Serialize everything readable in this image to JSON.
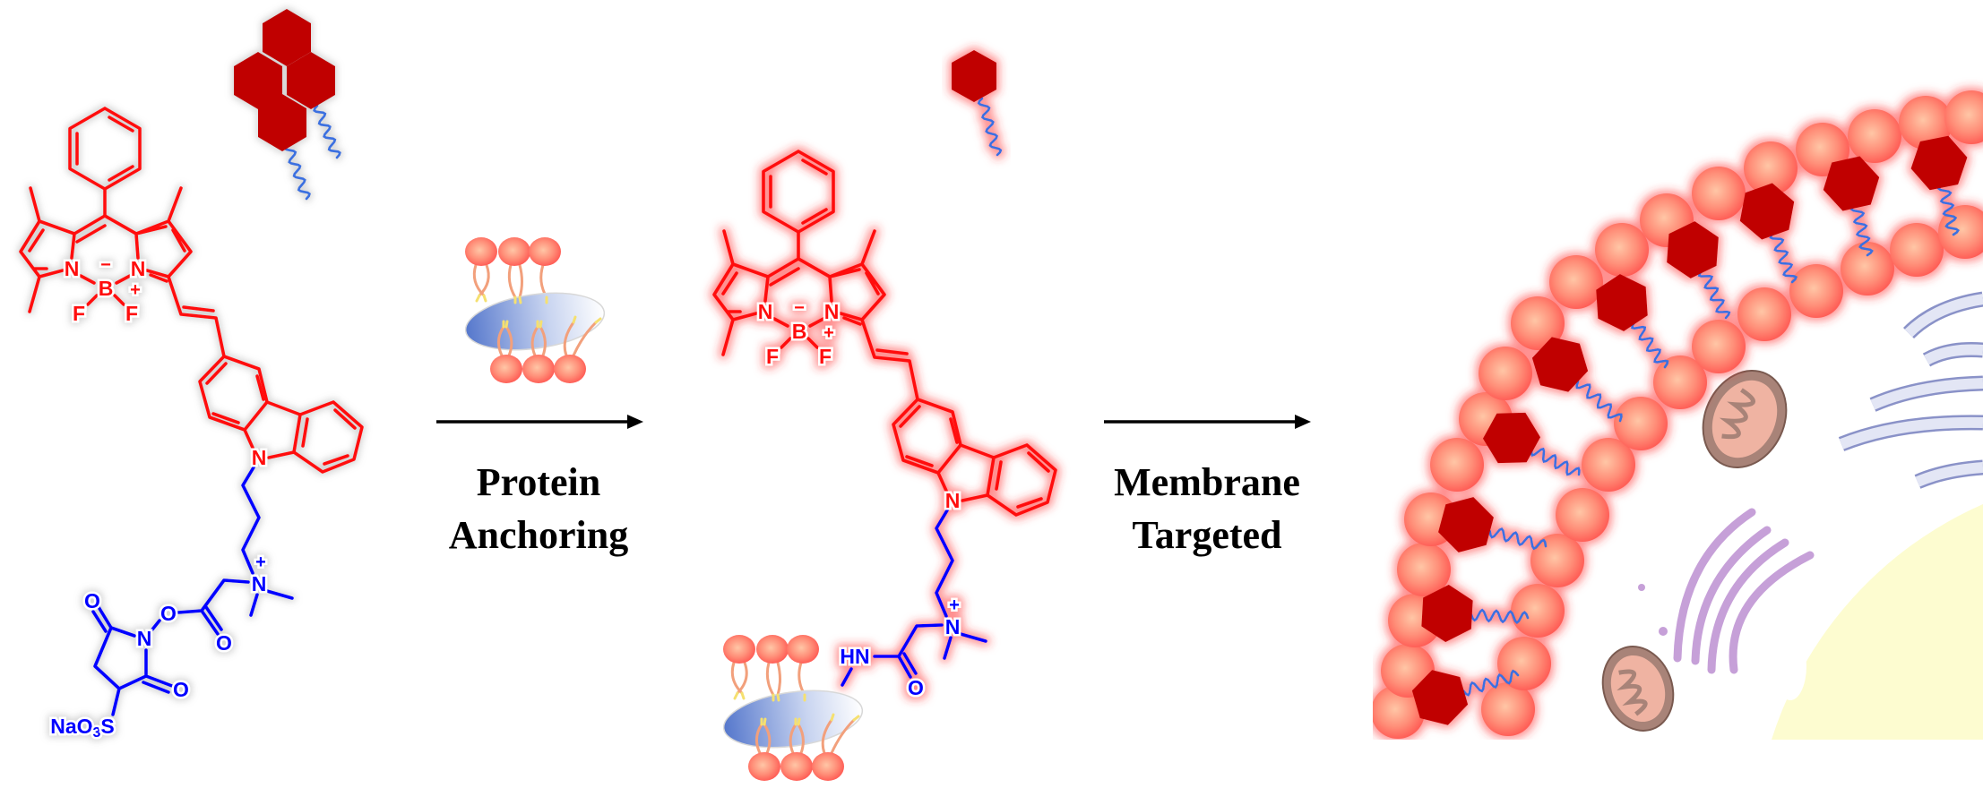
{
  "steps": {
    "protein_anchoring": {
      "line1": "Protein",
      "line2": "Anchoring"
    },
    "membrane_targeted": {
      "line1": "Membrane",
      "line2": "Targeted"
    }
  },
  "molecule_1": {
    "atoms": {
      "n_left": "N",
      "n_right": "N",
      "boron": "B",
      "f1": "F",
      "f2": "F",
      "minus": "−",
      "plus": "+",
      "n_carbazole": "N",
      "n_quat": "N",
      "plus_quat": "+"
    },
    "ester": {
      "o_carbonyl": "O",
      "o_ester": "O",
      "n_nhs": "N",
      "o_nhs1": "O",
      "o_nhs2": "O"
    },
    "sulfonate": {
      "prefix": "NaO",
      "sub": "3",
      "suffix": "S"
    }
  },
  "molecule_2": {
    "atoms": {
      "n_left": "N",
      "n_right": "N",
      "boron": "B",
      "f1": "F",
      "f2": "F",
      "minus": "−",
      "plus": "+",
      "n_carbazole": "N",
      "n_quat": "N",
      "plus_quat": "+"
    },
    "amide": {
      "hn": "HN",
      "o_carbonyl": "O"
    }
  },
  "colors": {
    "fluorophore": "#ff1010",
    "linker": "#0000ff",
    "probe_hexagon": "#c00000",
    "lipid_head": "#ff6a5a",
    "nucleus": "#fdfcd0",
    "mitochondria": "#a88378",
    "golgi": "#c6a0d8",
    "er": "#e3e6f5"
  }
}
